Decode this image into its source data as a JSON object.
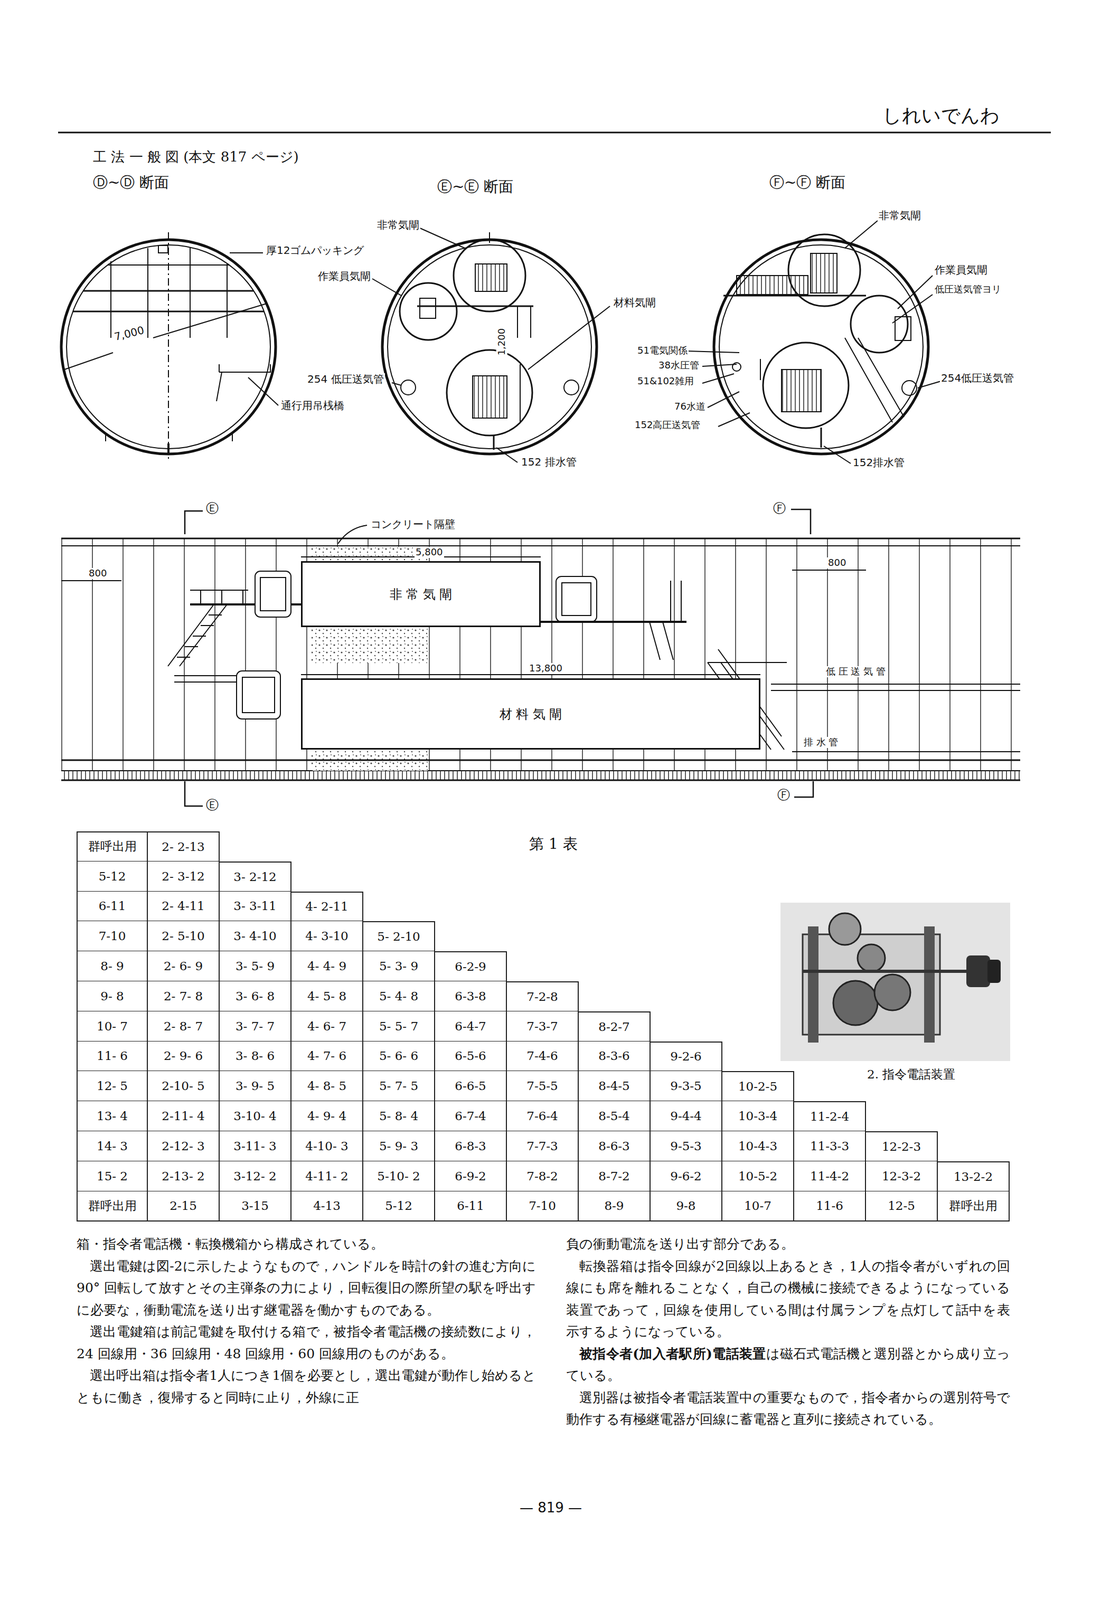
{
  "diagram": {
    "title": "工 法 一 般 図 (本文 817 ページ)",
    "nodes": [
      {
        "text": [
          "非 常 気 閘"
        ]
      },
      {
        "text": [
          "材 料 気 閘"
        ]
      }
    ],
    "labels": [
      "しれいでんわ",
      "Ⓓ~Ⓓ 断面",
      "厚12ゴムパッキング",
      "7,000",
      "通行用吊桟橋",
      "Ⓔ~Ⓔ 断面",
      "非常気閘",
      "作業員気閘",
      "材料気閘",
      "1,200",
      "254 低圧送気管",
      "152 排水管",
      "Ⓕ~Ⓕ 断面",
      "非常気閘",
      "作業員気閘",
      "低圧送気管ヨリ",
      "51電気関係",
      "38水圧管",
      "51&102雑用",
      "76水道",
      "152高圧送気管",
      "254低圧送気管",
      "152排水管",
      "Ⓔ",
      "Ⓕ",
      "コンクリート隔壁",
      "800",
      "5,800",
      "800",
      "13,800",
      "低 圧 送 気 管",
      "排 水 管",
      "Ⓔ",
      "Ⓕ",
      "第 1 表",
      "2. 指令電話装置",
      "群呼出用",
      "2- 2-13",
      "5-12",
      "2- 3-12",
      "3- 2-12",
      "6-11",
      "2- 4-11",
      "3- 3-11",
      "4- 2-11",
      "7-10",
      "2- 5-10",
      "3- 4-10",
      "4- 3-10",
      "5- 2-10",
      "8- 9",
      "2- 6- 9",
      "3- 5- 9",
      "4- 4- 9",
      "5- 3- 9",
      "6-2-9",
      "9- 8",
      "2- 7- 8",
      "3- 6- 8",
      "4- 5- 8",
      "5- 4- 8",
      "6-3-8",
      "7-2-8",
      "10- 7",
      "2- 8- 7",
      "3- 7- 7",
      "4- 6- 7",
      "5- 5- 7",
      "6-4-7",
      "7-3-7",
      "8-2-7",
      "11- 6",
      "2- 9- 6",
      "3- 8- 6",
      "4- 7- 6",
      "5- 6- 6",
      "6-5-6",
      "7-4-6",
      "8-3-6",
      "9-2-6",
      "12- 5",
      "2-10- 5",
      "3- 9- 5",
      "4- 8- 5",
      "5- 7- 5",
      "6-6-5",
      "7-5-5",
      "8-4-5",
      "9-3-5",
      "10-2-5",
      "13- 4",
      "2-11- 4",
      "3-10- 4",
      "4- 9- 4",
      "5- 8- 4",
      "6-7-4",
      "7-6-4",
      "8-5-4",
      "9-4-4",
      "10-3-4",
      "11-2-4",
      "14- 3",
      "2-12- 3",
      "3-11- 3",
      "4-10- 3",
      "5- 9- 3",
      "6-8-3",
      "7-7-3",
      "8-6-3",
      "9-5-3",
      "10-4-3",
      "11-3-3",
      "12-2-3",
      "15- 2",
      "2-13- 2",
      "3-12- 2",
      "4-11- 2",
      "5-10- 2",
      "6-9-2",
      "7-8-2",
      "8-7-2",
      "9-6-2",
      "10-5-2",
      "11-4-2",
      "12-3-2",
      "13-2-2",
      "群呼出用",
      "2-15",
      "3-15",
      "4-13",
      "5-12",
      "6-11",
      "7-10",
      "8-9",
      "9-8",
      "10-7",
      "11-6",
      "12-5",
      "群呼出用",
      "箱・指令者電話機・転換機箱から構成されている。",
      "選出電鍵は図-2に示したようなもので，ハンドルを時計の針の進む方向に 90° 回転して放すとその主弾条の力により，回転復旧の際所望の駅を呼出すに必要な，衝動電流を送り出す継電器を働かすものである。",
      "選出電鍵箱は前記電鍵を取付ける箱で，被指令者電話機の接続数により，24 回線用・36 回線用・48 回線用・60 回線用のものがある。",
      "選出呼出箱は指令者1人につき1個を必要とし，選出電鍵が動作し始めるとともに働き，復帰すると同時に止り，外線に正",
      "負の衝動電流を送り出す部分である。",
      "転換器箱は指令回線が2回線以上あるとき，1人の指令者がいずれの回線にも席を離れることなく，自己の機械に接続できるようになっている装置であって，回線を使用している間は付属ランプを点灯して話中を表示するようになっている。",
      "被指令者(加入者駅所)電話装置",
      "は磁石式電話機と選別器とから成り立っている。",
      "選別器は被指令者電話装置中の重要なもので，指令者からの選別符号で動作する有極継電器が回線に蓄電器と直列に接続されている。",
      "— 819 —"
    ]
  }
}
